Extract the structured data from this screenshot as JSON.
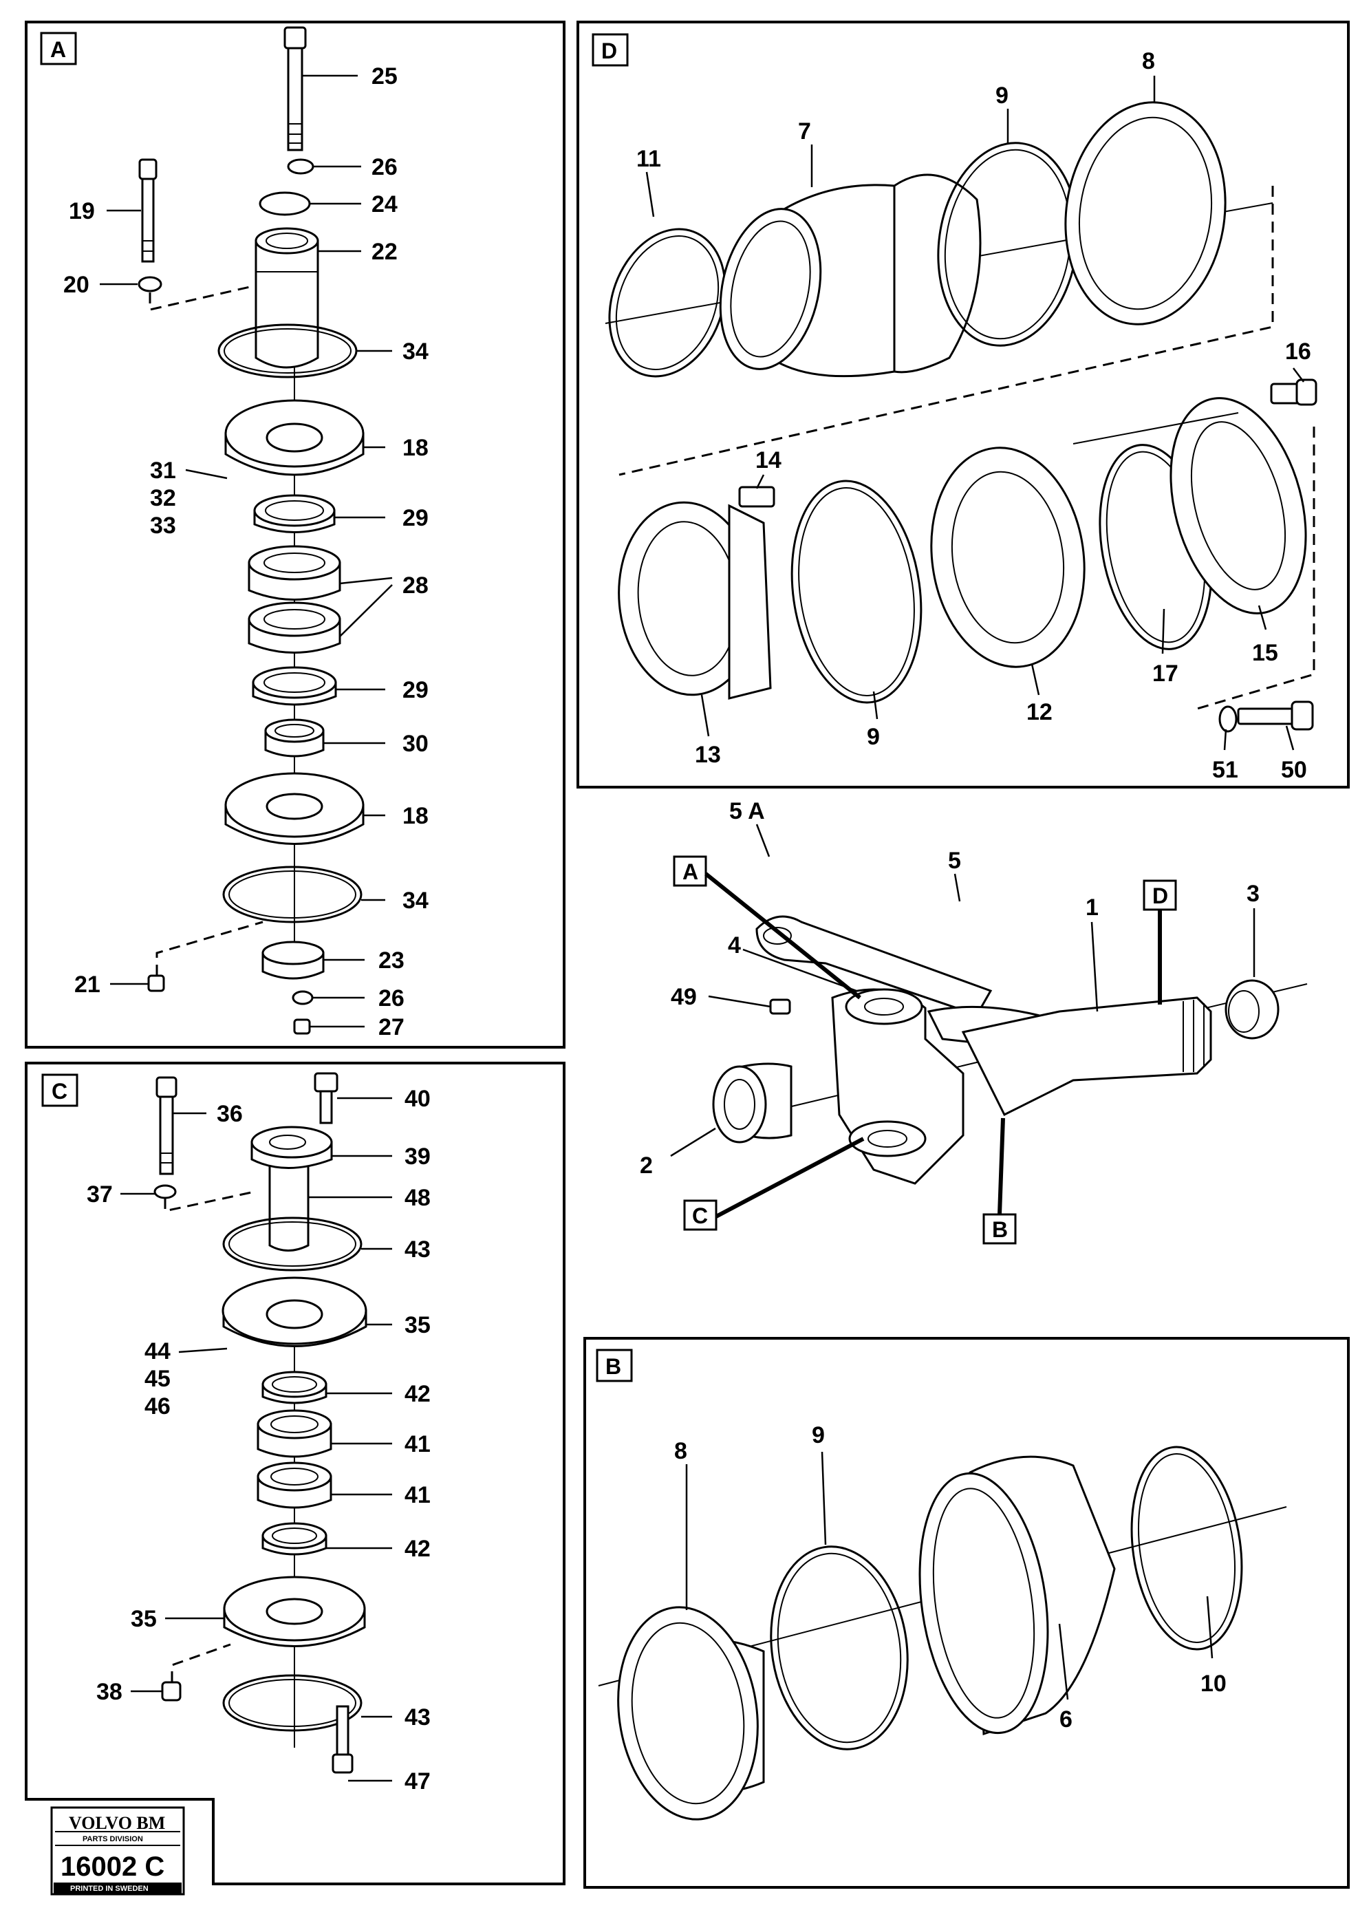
{
  "panels": {
    "A": {
      "tag": "A"
    },
    "D": {
      "tag": "D"
    },
    "C": {
      "tag": "C"
    },
    "B": {
      "tag": "B"
    }
  },
  "assembly_tags": {
    "A": "A",
    "D": "D",
    "C": "C",
    "B": "B"
  },
  "labels": {
    "p25": "25",
    "p26a": "26",
    "p24": "24",
    "p19": "19",
    "p22": "22",
    "p20": "20",
    "p34a": "34",
    "p18a": "18",
    "p31": "31",
    "p32": "32",
    "p33": "33",
    "p29a": "29",
    "p28": "28",
    "p29b": "29",
    "p30": "30",
    "p18b": "18",
    "p34b": "34",
    "p23": "23",
    "p21": "21",
    "p26b": "26",
    "p27": "27",
    "d11": "11",
    "d7": "7",
    "d9a": "9",
    "d8": "8",
    "d16": "16",
    "d14": "14",
    "d13": "13",
    "d9b": "9",
    "d12": "12",
    "d17": "17",
    "d15": "15",
    "d51": "51",
    "d50": "50",
    "m5A": "5 A",
    "m5": "5",
    "m1": "1",
    "m3": "3",
    "m4": "4",
    "m49": "49",
    "m2": "2",
    "c36": "36",
    "c40": "40",
    "c39": "39",
    "c37": "37",
    "c48": "48",
    "c43a": "43",
    "c35a": "35",
    "c44": "44",
    "c45": "45",
    "c46": "46",
    "c42a": "42",
    "c41a": "41",
    "c41b": "41",
    "c42b": "42",
    "c35b": "35",
    "c38": "38",
    "c43b": "43",
    "c47": "47",
    "b8": "8",
    "b9": "9",
    "b6": "6",
    "b10": "10"
  },
  "stamp": {
    "brand": "VOLVO BM",
    "division": "PARTS DIVISION",
    "number": "16002 C",
    "printed": "PRINTED IN SWEDEN"
  }
}
